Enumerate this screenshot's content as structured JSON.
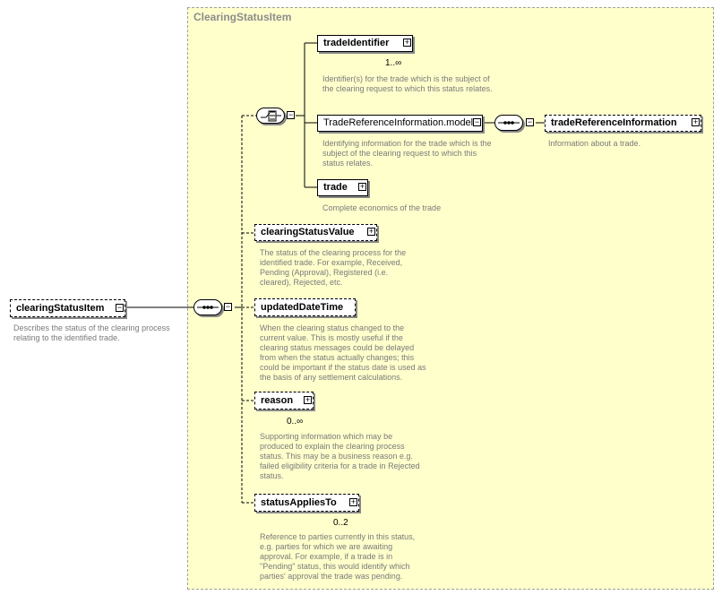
{
  "panel": {
    "title": "ClearingStatusItem"
  },
  "root": {
    "label": "clearingStatusItem",
    "description": "Describes the status of the clearing process relating to the identified trade."
  },
  "choice_items": [
    {
      "label": "tradeIdentifier",
      "occurs": "1..∞",
      "description": "Identifier(s) for the trade which is the subject of the clearing request to which this status relates."
    },
    {
      "label": "TradeReferenceInformation.model",
      "description": "Identifying information for the trade which is the subject of the clearing request to which this status relates."
    },
    {
      "label": "trade",
      "description": "Complete economics of the trade"
    }
  ],
  "model_child": {
    "label": "tradeReferenceInformation",
    "description": "Information about a trade."
  },
  "sequence_items": [
    {
      "label": "clearingStatusValue",
      "description": "The status of the clearing process for the identified trade. For example, Received, Pending (Approval), Registered (i.e. cleared), Rejected, etc."
    },
    {
      "label": "updatedDateTime",
      "description": "When the clearing status changed to the current value. This is mostly useful if the clearing status messages could be delayed from when the status actually changes; this could be important if the status date is used as the basis of any settlement calculations."
    },
    {
      "label": "reason",
      "occurs": "0..∞",
      "description": "Supporting information which may be produced to explain the clearing process status. This may be a business reason e.g. failed eligibility criteria for a trade in Rejected status."
    },
    {
      "label": "statusAppliesTo",
      "occurs": "0..2",
      "description": "Reference to parties currently in this status, e.g. parties for which we are awaiting approval. For example, if a trade is in \"Pending\" status, this would identify which parties' approval the trade was pending."
    }
  ]
}
